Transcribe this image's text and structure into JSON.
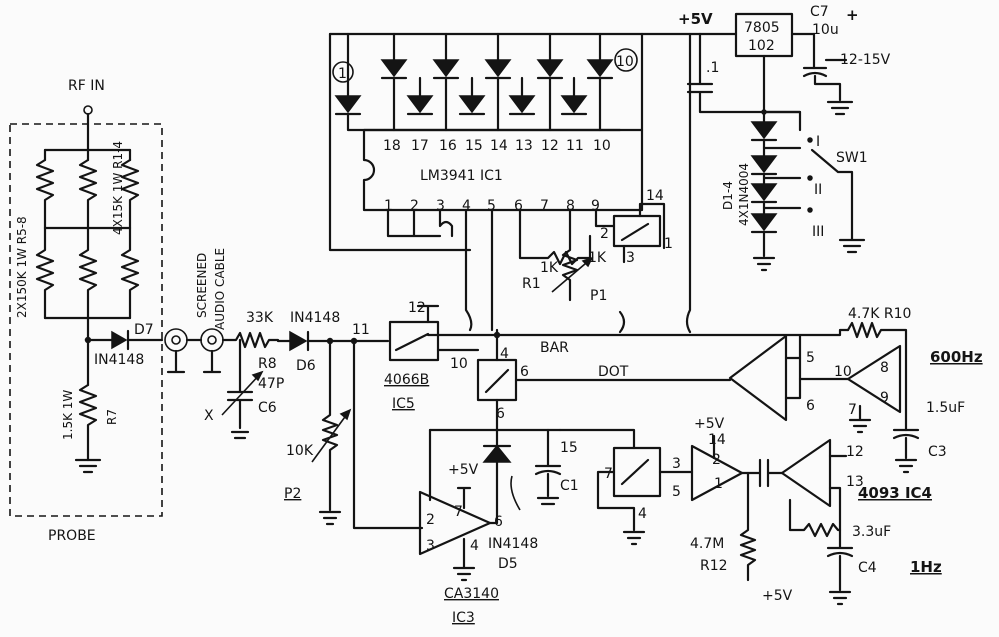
{
  "labels": {
    "rf_in": "RF IN",
    "probe": "PROBE",
    "r_top_left": "2X150K 1W R5-8",
    "r_top_right": "4X15K 1W R1-4",
    "d7": "D7",
    "d7_part": "IN4148",
    "r7_value": "1.5K 1W",
    "r7": "R7",
    "screened": "SCREENED",
    "audio_cable": "AUDIO CABLE",
    "r8_value": "33K",
    "r8": "R8",
    "c6_value": "47P",
    "c6": "C6",
    "x_mark": "X",
    "d6_part": "IN4148",
    "d6": "D6",
    "pin_11": "11",
    "p2_value": "10K",
    "p2": "P2",
    "ic5_pin12": "12",
    "ic5_pin10": "10",
    "ic5_part": "4066B",
    "ic5": "IC5",
    "bar": "BAR",
    "dot": "DOT",
    "sw_pin4": "4",
    "sw_pin6a": "6",
    "sw_pin6b": "6",
    "v5_ic3": "+5V",
    "ic3_pin7": "7",
    "ic3_pin2": "2",
    "ic3_pin3": "3",
    "ic3_pin6": "6",
    "ic3_pin4": "4",
    "d5_part": "IN4148",
    "d5": "D5",
    "ic3_part": "CA3140",
    "ic3": "IC3",
    "c1_pin15": "15",
    "c1": "C1",
    "sw2_pin7": "7",
    "sw2_pin3": "3",
    "sw2_pin5": "5",
    "sw2_pin4": "4",
    "v5_gate": "+5V",
    "g_pin14": "14",
    "g_pin2": "2",
    "g_pin1": "1",
    "r12_value": "4.7M",
    "r12": "R12",
    "v5_bottom": "+5V",
    "ic4_pin12": "12",
    "ic4_pin13": "13",
    "ic4_part": "4093 IC4",
    "c4_value": "3.3uF",
    "c4": "C4",
    "hz1": "1Hz",
    "r10": "4.7K R10",
    "g3_pin5": "5",
    "g3_pin6": "6",
    "g3_pin10": "10",
    "g3_pin8": "8",
    "g3_pin9": "9",
    "g3_pin7": "7",
    "hz600": "600Hz",
    "c3_value": "1.5uF",
    "c3": "C3",
    "lm_label": "LM3941 IC1",
    "lm_top_pins": [
      "18",
      "17",
      "16",
      "15",
      "14",
      "13",
      "12",
      "11",
      "10"
    ],
    "lm_bot_pins": [
      "1",
      "2",
      "3",
      "4",
      "5",
      "6",
      "7",
      "8",
      "9"
    ],
    "led_first": "1",
    "led_last": "10",
    "r1_value": "1K",
    "r1": "R1",
    "p1_value": "1K",
    "p1": "P1",
    "sw3_pin2": "2",
    "sw3_pin14": "14",
    "sw3_pin3": "3",
    "sw3_pin1": "1",
    "v5_top": "+5V",
    "cap_01": ".1",
    "reg_part": "7805",
    "reg_code": "102",
    "c7": "C7",
    "c7_value": "10u",
    "c7_plus": "+",
    "supply": "12-15V",
    "d1_4": "D1-4",
    "d1_4_part": "4X1N4004",
    "sw1": "SW1",
    "sw1_pos1": "I",
    "sw1_pos2": "II",
    "sw1_pos3": "III"
  }
}
